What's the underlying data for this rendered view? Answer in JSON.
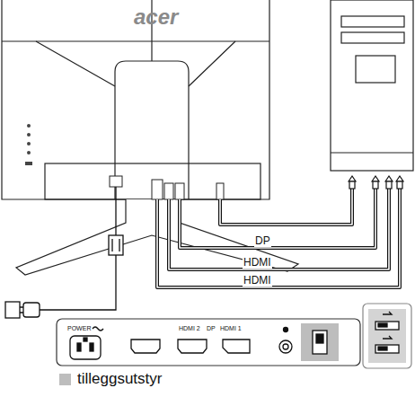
{
  "diagram": {
    "labels": [
      "acer",
      "DP",
      "HDMI",
      "HDMI",
      "POWER",
      "HDMI 2",
      "DP",
      "HDMI 1"
    ],
    "legend": [
      {
        "text": "tilleggsutstyr",
        "color": "#bdbdbd"
      }
    ]
  }
}
